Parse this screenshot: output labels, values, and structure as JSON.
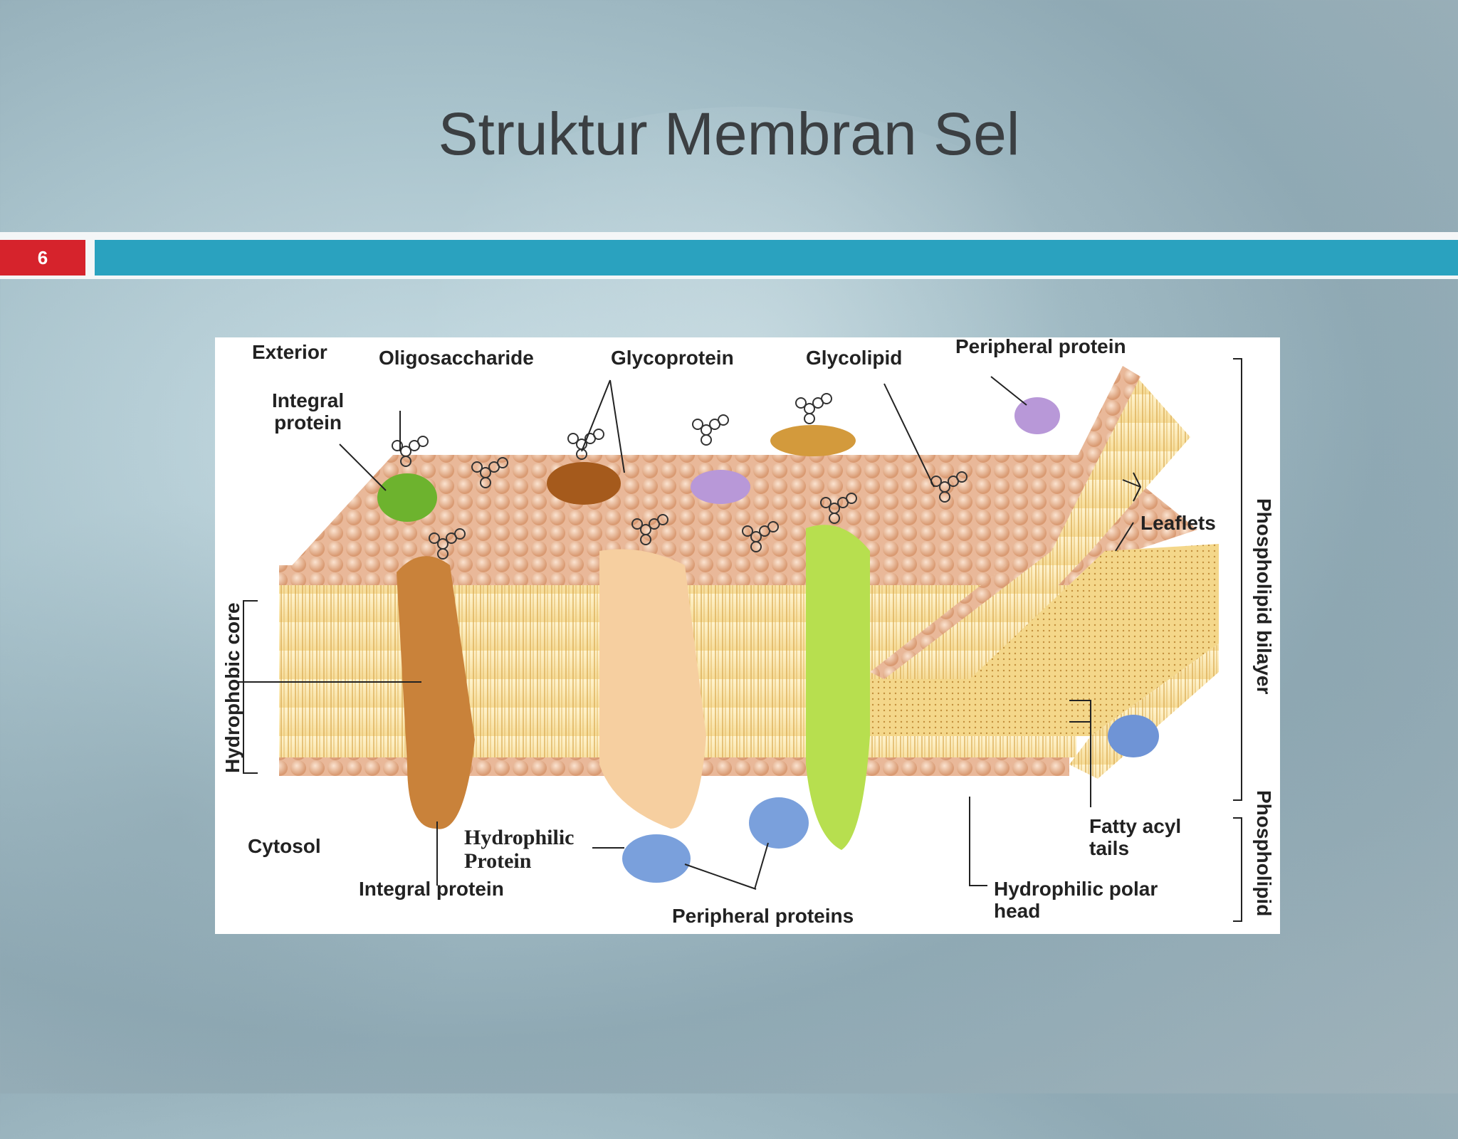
{
  "slide": {
    "title": "Struktur Membran Sel",
    "number": "6"
  },
  "colors": {
    "accent_teal": "#2aa2bf",
    "accent_red": "#d6232c",
    "title_text": "#3b3f42"
  },
  "diagram": {
    "labels": {
      "exterior": "Exterior",
      "integral_protein_top": "Integral\nprotein",
      "oligosaccharide": "Oligosaccharide",
      "glycoprotein": "Glycoprotein",
      "glycolipid": "Glycolipid",
      "peripheral_protein_top": "Peripheral protein",
      "leaflets": "Leaflets",
      "phospholipid_bilayer": "Phospholipid  bilayer",
      "phospholipid": "Phospholipid",
      "hydrophobic_core": "Hydrophobic core",
      "cytosol": "Cytosol",
      "hydrophilic_protein": "Hydrophilic\nProtein",
      "integral_protein_bottom": "Integral protein",
      "peripheral_proteins_bottom": "Peripheral proteins",
      "fatty_acyl_tails": "Fatty acyl\ntails",
      "hydrophilic_polar_head": "Hydrophilic polar\nhead"
    }
  }
}
